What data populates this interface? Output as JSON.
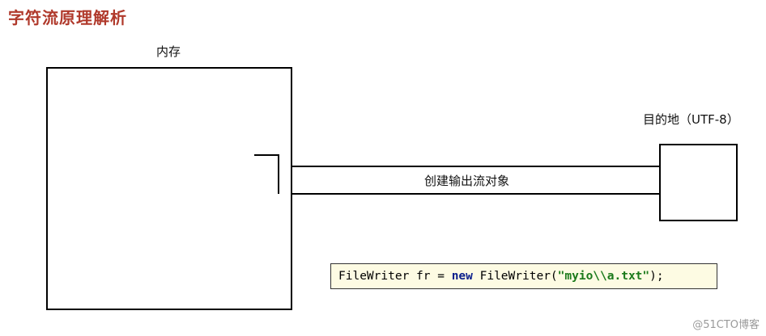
{
  "title": "字符流原理解析",
  "memory": {
    "label": "内存"
  },
  "destination": {
    "label": "目的地（UTF-8）"
  },
  "stream": {
    "label": "创建输出流对象"
  },
  "code": {
    "part1": "FileWriter fr = ",
    "keyword": "new",
    "part2": " FileWriter(",
    "string": "\"myio\\\\a.txt\"",
    "part3": ");"
  },
  "watermark": "@51CTO博客",
  "colors": {
    "title": "#b0392b",
    "code_background": "#fdfbe3",
    "keyword": "#0b1f8c",
    "string": "#1b7a1b"
  }
}
